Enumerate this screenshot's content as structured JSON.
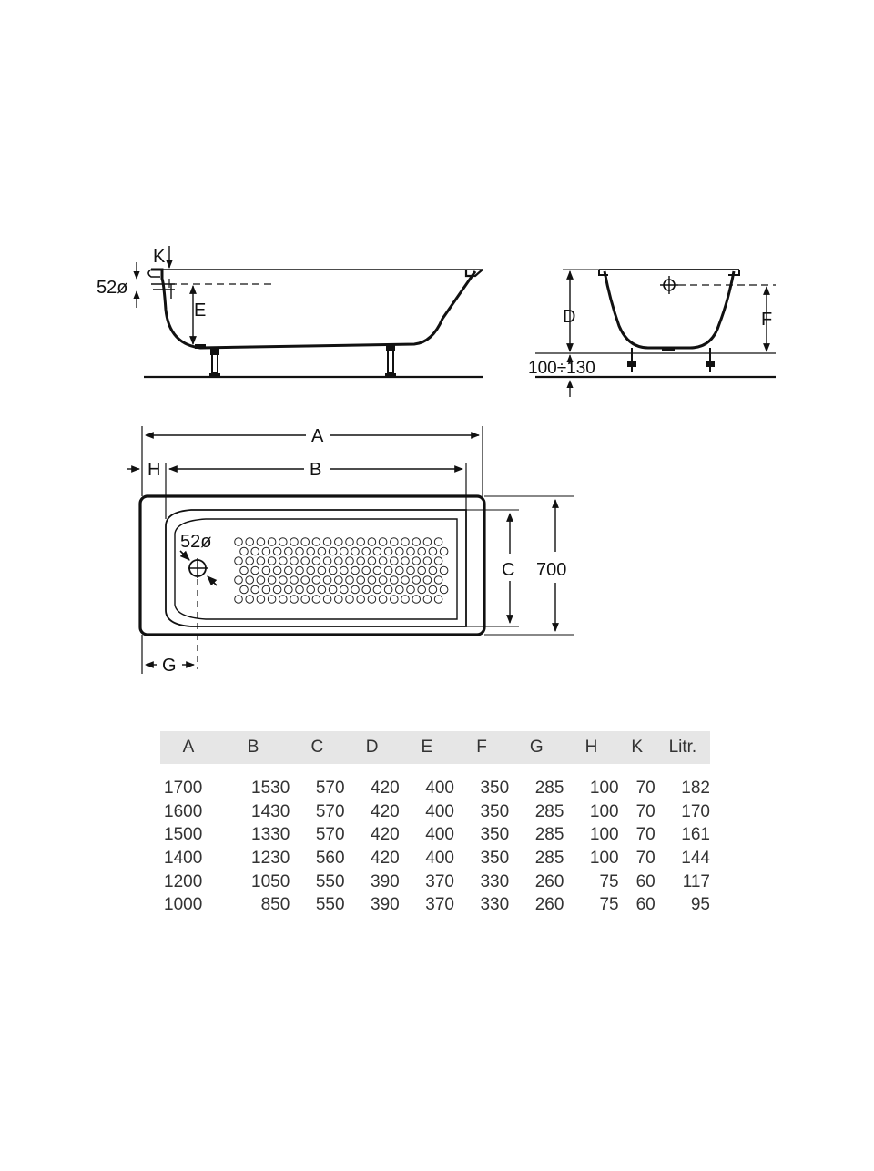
{
  "labels": {
    "K": "K",
    "drain_diameter": "52ø",
    "E": "E",
    "D": "D",
    "F": "F",
    "feet_range": "100÷130",
    "A": "A",
    "B": "B",
    "H": "H",
    "C": "C",
    "width_700": "700",
    "G": "G"
  },
  "table": {
    "headers": [
      "A",
      "B",
      "C",
      "D",
      "E",
      "F",
      "G",
      "H",
      "K",
      "Litr."
    ],
    "rows": [
      [
        "1700",
        "1530",
        "570",
        "420",
        "400",
        "350",
        "285",
        "100",
        "70",
        "182"
      ],
      [
        "1600",
        "1430",
        "570",
        "420",
        "400",
        "350",
        "285",
        "100",
        "70",
        "170"
      ],
      [
        "1500",
        "1330",
        "570",
        "420",
        "400",
        "350",
        "285",
        "100",
        "70",
        "161"
      ],
      [
        "1400",
        "1230",
        "560",
        "420",
        "400",
        "350",
        "285",
        "100",
        "70",
        "144"
      ],
      [
        "1200",
        "1050",
        "550",
        "390",
        "370",
        "330",
        "260",
        "75",
        "60",
        "117"
      ],
      [
        "1000",
        "850",
        "550",
        "390",
        "370",
        "330",
        "260",
        "75",
        "60",
        "95"
      ]
    ]
  }
}
